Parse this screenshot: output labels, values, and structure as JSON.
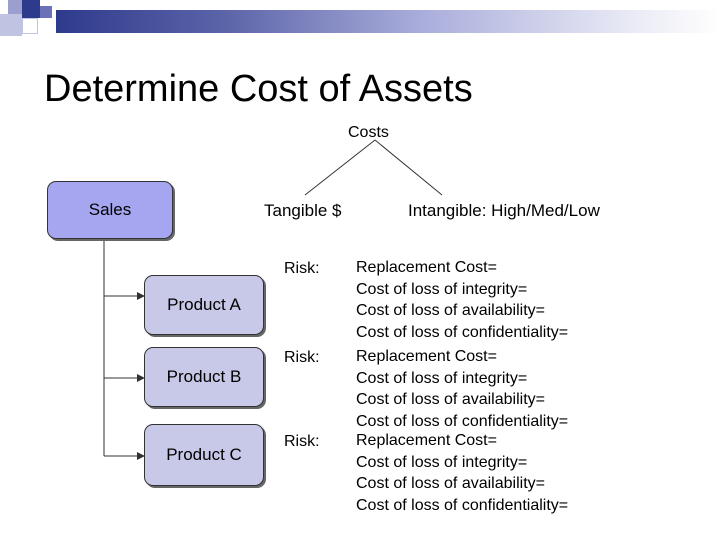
{
  "slide": {
    "title": "Determine Cost of Assets"
  },
  "costs_tree": {
    "root": "Costs",
    "tangible": "Tangible $",
    "intangible": "Intangible: High/Med/Low"
  },
  "sales_tree": {
    "root": "Sales",
    "products": [
      "Product A",
      "Product B",
      "Product C"
    ]
  },
  "risk_label": "Risk:",
  "risk_blocks": [
    {
      "lines": [
        "Replacement Cost=",
        "Cost of loss of integrity=",
        "Cost of loss of availability=",
        "Cost of loss of confidentiality="
      ]
    },
    {
      "lines": [
        "Replacement Cost=",
        "Cost of loss of integrity=",
        "Cost of loss of availability=",
        "Cost of loss of confidentiality="
      ]
    },
    {
      "lines": [
        "Replacement Cost=",
        "Cost of loss of integrity=",
        "Cost of loss of availability=",
        "Cost of loss of confidentiality="
      ]
    }
  ],
  "colors": {
    "box_fill": "#c8c8e8",
    "sales_fill": "#a6a6f0",
    "banner_dark": "#2e3a8c",
    "accent_square": "#9a9fd0"
  }
}
